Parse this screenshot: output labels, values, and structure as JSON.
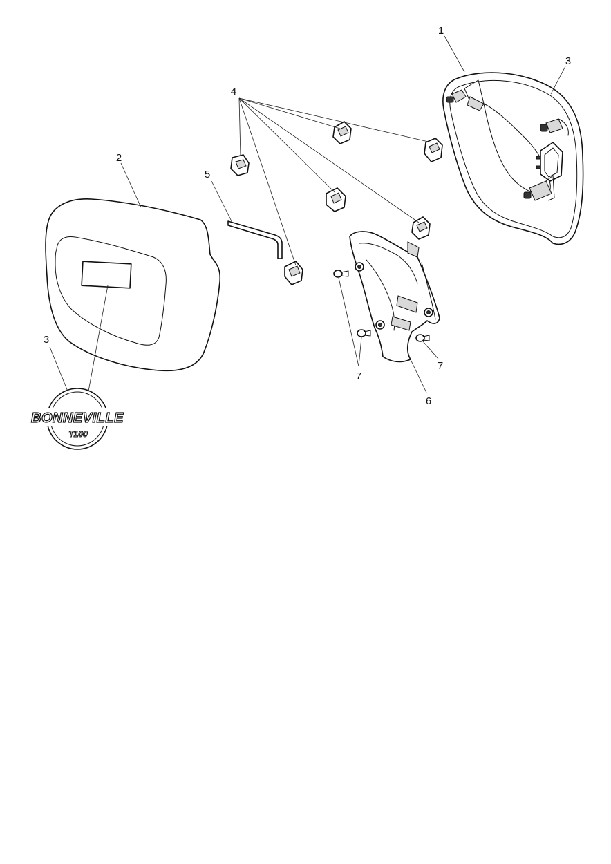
{
  "callouts": {
    "c1": "1",
    "c2": "2",
    "c3_right": "3",
    "c3_left": "3",
    "c4": "4",
    "c5": "5",
    "c6": "6",
    "c7_left": "7",
    "c7_right": "7"
  },
  "logo": {
    "name": "BONNEVILLE",
    "model": "T100"
  }
}
